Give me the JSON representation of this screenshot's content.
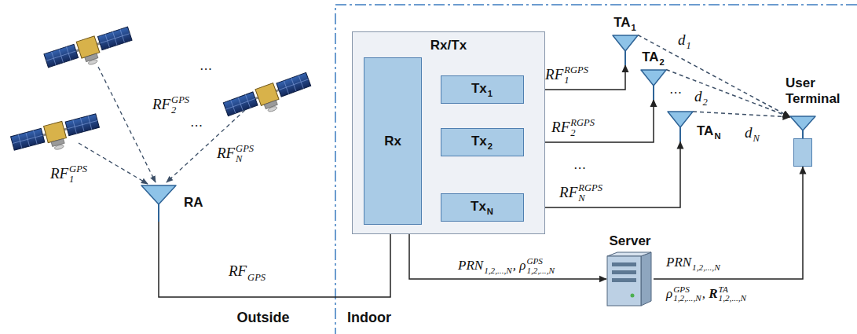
{
  "diagram": {
    "nodes": [
      {
        "text": [
          "RA"
        ]
      },
      {
        "text": [
          "Rx/Tx"
        ]
      },
      {
        "text": [
          "Rx"
        ],
        "in": 1
      },
      {
        "text": [
          "Tx1"
        ],
        "in": 1
      },
      {
        "text": [
          "Tx2"
        ],
        "in": 1
      },
      {
        "text": [
          "TxN"
        ],
        "in": 1
      },
      {
        "text": [
          "TA1"
        ]
      },
      {
        "text": [
          "TA2"
        ]
      },
      {
        "text": [
          "TAN"
        ]
      },
      {
        "text": [
          "User Terminal"
        ]
      },
      {
        "text": [
          "Server"
        ]
      }
    ],
    "edges": [
      {
        "from": 0,
        "to": 2,
        "arrow": "to",
        "label": "RFGPS"
      },
      {
        "from": 2,
        "to": 3,
        "arrow": "to"
      },
      {
        "from": 2,
        "to": 4,
        "arrow": "to"
      },
      {
        "from": 2,
        "to": 5,
        "arrow": "to"
      },
      {
        "from": 3,
        "to": 6,
        "arrow": "to",
        "label": "RF1RGPS"
      },
      {
        "from": 4,
        "to": 7,
        "arrow": "to",
        "label": "RF2RGPS"
      },
      {
        "from": 5,
        "to": 8,
        "arrow": "to",
        "label": "RFNRGPS"
      },
      {
        "from": 6,
        "to": 9,
        "arrow": "to",
        "label": "d1"
      },
      {
        "from": 7,
        "to": 9,
        "arrow": "to",
        "label": "d2"
      },
      {
        "from": 8,
        "to": 9,
        "arrow": "to",
        "label": "dN"
      },
      {
        "from": 2,
        "to": 10,
        "arrow": "to",
        "label": "PRN1,2,...,N, ρ1,2,...,NGPS"
      },
      {
        "from": 10,
        "to": 9,
        "arrow": "to",
        "label": "PRN1,2,...,N ρ1,2,...,NGPS, R1,2,...,NTA"
      }
    ],
    "labels": [
      "RF1GPS",
      "RF2GPS",
      "RFNGPS",
      "⋯",
      "⋯",
      "⋯",
      "⋯",
      "Outside",
      "Indoor"
    ]
  }
}
